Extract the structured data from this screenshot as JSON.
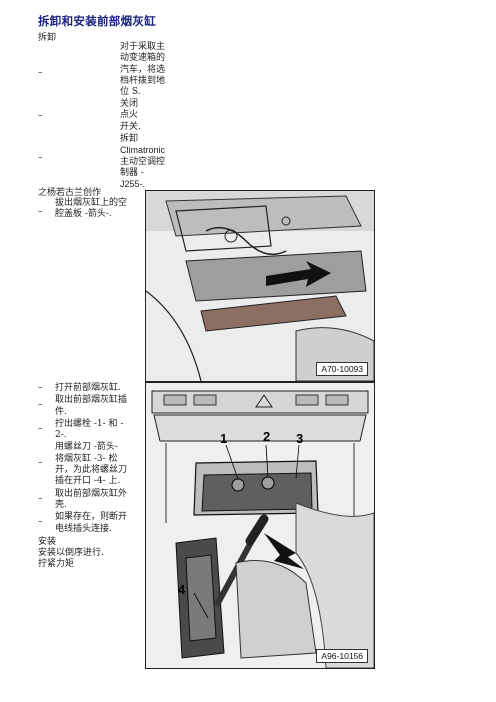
{
  "doc": {
    "title": "拆卸和安装前部烟灰缸",
    "remove_heading": "拆卸",
    "step1_lines": [
      "对于采取主",
      "动变速箱的",
      "汽车，将选",
      "档杆拨到地",
      "位 S."
    ],
    "step2_lines": [
      "关闭",
      "点火",
      "开关."
    ],
    "step3_lines": [
      "拆卸",
      "Climatronic",
      "主动空调控",
      "制器 -",
      "J255-."
    ],
    "footnote": "之杨若古兰创作",
    "step4_lines": [
      "拔出烟灰缸上的空",
      "腔盖板 -箭头-."
    ],
    "steps_b": [
      {
        "lines": [
          "打开前部烟灰缸."
        ]
      },
      {
        "lines": [
          "取出前部烟灰缸插",
          "件."
        ]
      },
      {
        "lines": [
          "拧出螺栓 -1- 和 -",
          "2-."
        ]
      },
      {
        "lines": [
          "用螺丝刀 -箭头-",
          "将烟灰缸 -3- 松",
          "开，为此将螺丝刀",
          "插在开口 -4- 上."
        ]
      },
      {
        "lines": [
          "取出前部烟灰缸外",
          "壳."
        ]
      },
      {
        "lines": [
          "如果存在，则断开",
          "电线插头连接."
        ]
      }
    ],
    "install_heading": "安装",
    "install_text": "安装以倒序进行.",
    "torque_text": "拧紧力矩",
    "dash": "–"
  },
  "figures": {
    "fig1_code": "A70-10093",
    "fig2_code": "A96-10156",
    "fig2_labels": [
      "1",
      "2",
      "3",
      "4"
    ]
  }
}
